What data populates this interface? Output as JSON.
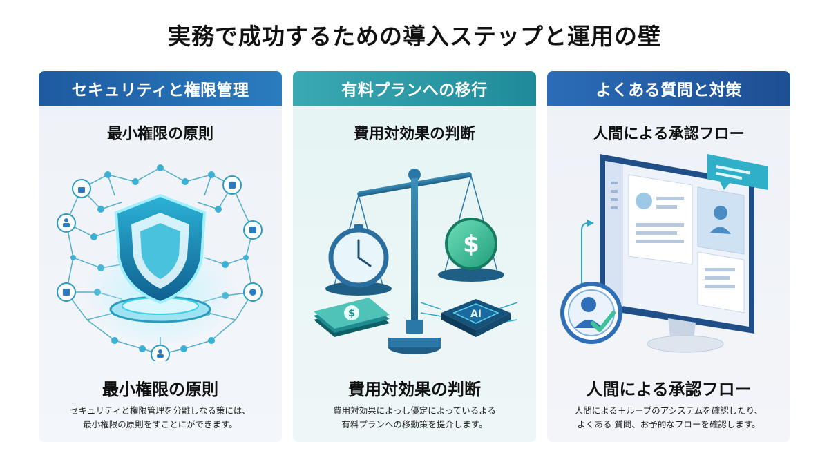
{
  "title": "実務で成功するための導入ステップと運用の壁",
  "cards": [
    {
      "header": "セキュリティと権限管理",
      "subheading": "最小権限の原則",
      "illustration": "shield-network-icon",
      "bottom_title": "最小権限の原則",
      "desc_line1": "セキュリティと権限管理を分離しなる策には、",
      "desc_line2": "最小権限の原則をすことにができます。"
    },
    {
      "header": "有料プランへの移行",
      "subheading": "費用対効果の判断",
      "illustration": "balance-scale-icon",
      "chip_label": "AI",
      "bottom_title": "費用対効果の判断",
      "desc_line1": "費用対効果によっし優定によっているよる",
      "desc_line2": "有料プランへの移動策を提介します。"
    },
    {
      "header": "よくある質問と対策",
      "subheading": "人間による承認フロー",
      "illustration": "monitor-approval-icon",
      "bottom_title": "人間による承認フロー",
      "desc_line1": "人間による＋ループのアシステムを確認したり、",
      "desc_line2": "よくある 質問、お予的なフローを確認します。"
    }
  ],
  "colors": {
    "header_blue": "#1e5aa0",
    "header_teal": "#3aa9b2",
    "accent_cyan": "#3fd0e6",
    "accent_green": "#2fb38a"
  }
}
